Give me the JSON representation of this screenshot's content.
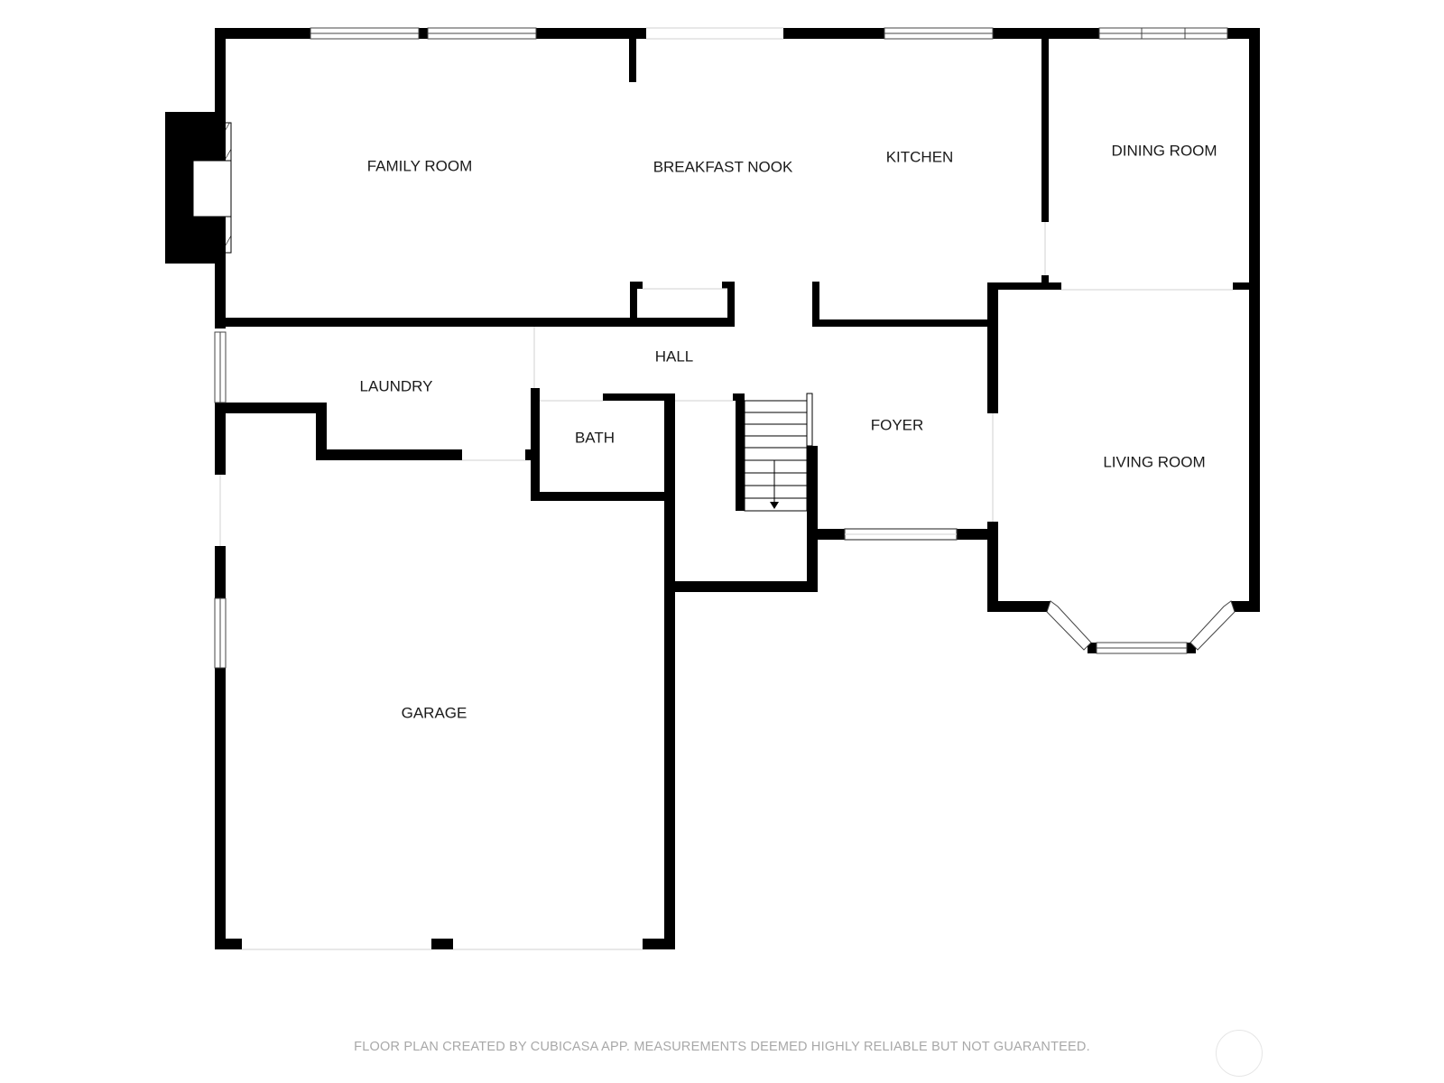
{
  "rooms": {
    "family_room": "FAMILY ROOM",
    "breakfast_nook": "BREAKFAST NOOK",
    "kitchen": "KITCHEN",
    "dining_room": "DINING ROOM",
    "hall": "HALL",
    "laundry": "LAUNDRY",
    "bath": "BATH",
    "foyer": "FOYER",
    "living_room": "LIVING ROOM",
    "garage": "GARAGE"
  },
  "footer_note": "FLOOR PLAN CREATED BY CUBICASA APP. MEASUREMENTS DEEMED HIGHLY RELIABLE BUT NOT GUARANTEED.",
  "colors": {
    "wall": "#000000",
    "window": "#d9d9d9",
    "label": "#1a1a1a",
    "footer": "#a8a8a8"
  }
}
